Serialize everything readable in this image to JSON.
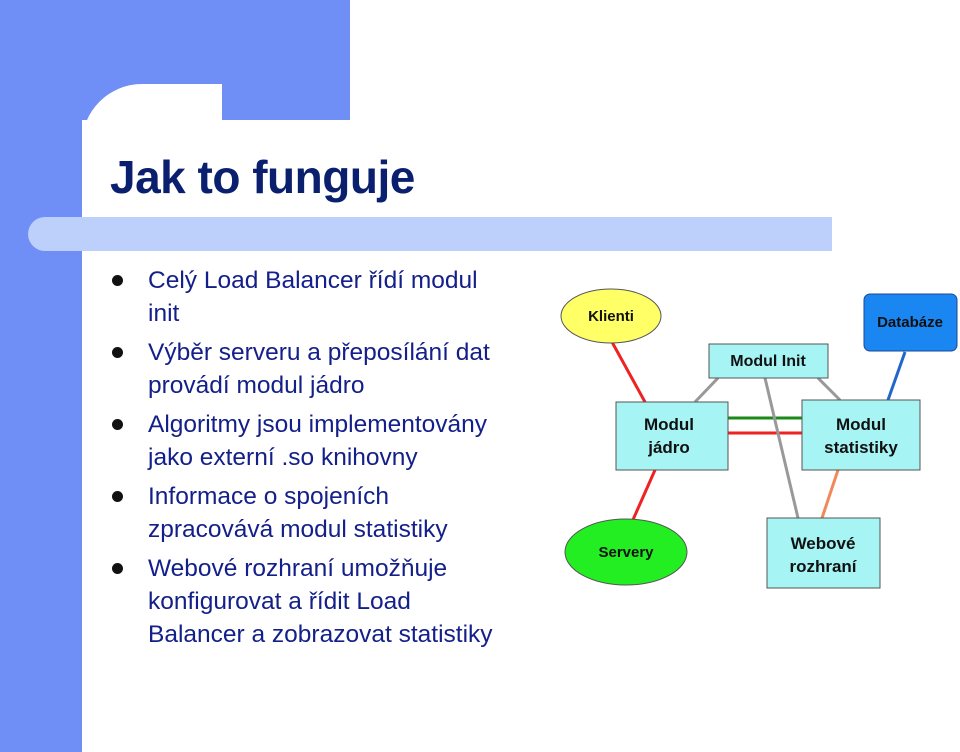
{
  "slide": {
    "title": "Jak to funguje",
    "bullets": [
      {
        "lines": [
          "Celý Load Balancer řídí modul",
          "init"
        ]
      },
      {
        "lines": [
          "Výběr serveru a přeposílání dat",
          "provádí modul jádro"
        ]
      },
      {
        "lines": [
          "Algoritmy jsou implementovány",
          "jako externí .so knihovny"
        ]
      },
      {
        "lines": [
          "Informace o spojeních",
          "zpracovává modul statistiky"
        ]
      },
      {
        "lines": [
          "Webové rozhraní umožňuje",
          "konfigurovat a řídit Load",
          "Balancer a zobrazovat statistiky"
        ]
      }
    ]
  },
  "diagram": {
    "nodes": {
      "klienti": {
        "label": "Klienti",
        "color": "#ffff66"
      },
      "servery": {
        "label": "Servery",
        "color": "#22ee22"
      },
      "modul_init": {
        "label": "Modul Init",
        "color": "#a6f4f4"
      },
      "databaze": {
        "label": "Databáze",
        "color": "#1a86f2"
      },
      "modul_jadro": {
        "label_line1": "Modul",
        "label_line2": "jádro",
        "color": "#a6f4f4"
      },
      "modul_statistiky": {
        "label_line1": "Modul",
        "label_line2": "statistiky",
        "color": "#a6f4f4"
      },
      "webove_rozhrani": {
        "label_line1": "Webové",
        "label_line2": "rozhraní",
        "color": "#a6f4f4"
      }
    },
    "edge_colors": {
      "red": "#ee2222",
      "green": "#1a8a1a",
      "gray": "#999999",
      "blue": "#2266cc",
      "orange": "#f08a5a"
    }
  }
}
